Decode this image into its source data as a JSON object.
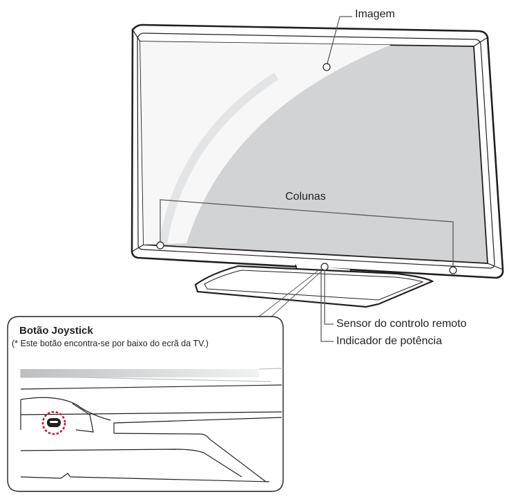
{
  "labels": {
    "picture": "Imagem",
    "speakers": "Colunas",
    "remote_sensor": "Sensor do controlo remoto",
    "power_indicator": "Indicador de potência"
  },
  "inset": {
    "title": "Botão Joystick",
    "note": "(* Este botão encontra-se por baixo do ecrã da TV.)"
  },
  "colors": {
    "line": "#231f20",
    "leader": "#58595b",
    "screen": "#d1d3d4",
    "highlight": "#c8163a"
  }
}
